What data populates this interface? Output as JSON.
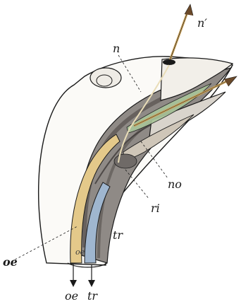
{
  "diagram": {
    "labels": {
      "n_prime": "n′",
      "n": "n",
      "no": "no",
      "ri": "ri",
      "tr": "tr",
      "oe_left": "oe",
      "oe_inner": "oe",
      "oe_bottom": "oe",
      "tr_bottom": "tr"
    },
    "colors": {
      "ink": "#1a1a1a",
      "tissue": "#8f8a86",
      "tissue_dark": "#55504d",
      "lining_green": "#a9c59a",
      "lining_yellow": "#e4c98a",
      "lining_blue": "#9fb6cf",
      "arrow_shaft": "#c9a15a"
    }
  }
}
